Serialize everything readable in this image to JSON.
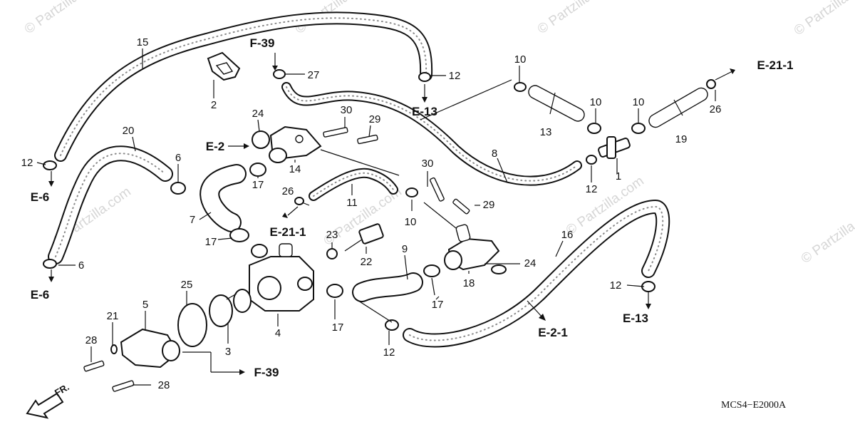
{
  "watermarks": [
    "© Partzilla.com",
    "© Partzilla.com",
    "© Partzilla.com",
    "© Partzilla.com",
    "© Partzilla.com",
    "© Partzilla.com",
    "© Partzilla.com",
    "© Partzilla.com"
  ],
  "parts": {
    "p1": "1",
    "p2": "2",
    "p3": "3",
    "p4": "4",
    "p5": "5",
    "p6a": "6",
    "p6b": "6",
    "p7": "7",
    "p8": "8",
    "p9": "9",
    "p10a": "10",
    "p10b": "10",
    "p10c": "10",
    "p10d": "10",
    "p11": "11",
    "p12a": "12",
    "p12b": "12",
    "p12c": "12",
    "p12d": "12",
    "p12e": "12",
    "p13": "13",
    "p14": "14",
    "p15": "15",
    "p16": "16",
    "p17a": "17",
    "p17b": "17",
    "p17c": "17",
    "p17d": "17",
    "p18": "18",
    "p19": "19",
    "p20": "20",
    "p21": "21",
    "p22": "22",
    "p23": "23",
    "p24a": "24",
    "p24b": "24",
    "p25": "25",
    "p26a": "26",
    "p26b": "26",
    "p27": "27",
    "p28a": "28",
    "p28b": "28",
    "p29a": "29",
    "p29b": "29",
    "p30a": "30",
    "p30b": "30"
  },
  "refs": {
    "f39_top": "F-39",
    "f39_bottom": "F-39",
    "e2": "E-2",
    "e6_top": "E-6",
    "e6_bottom": "E-6",
    "e13_top": "E-13",
    "e13_right": "E-13",
    "e21_1_top": "E-21-1",
    "e21_1_mid": "E-21-1",
    "e2_1": "E-2-1"
  },
  "direction_label": "FR.",
  "diagram_code": "MCS4−E2000A"
}
